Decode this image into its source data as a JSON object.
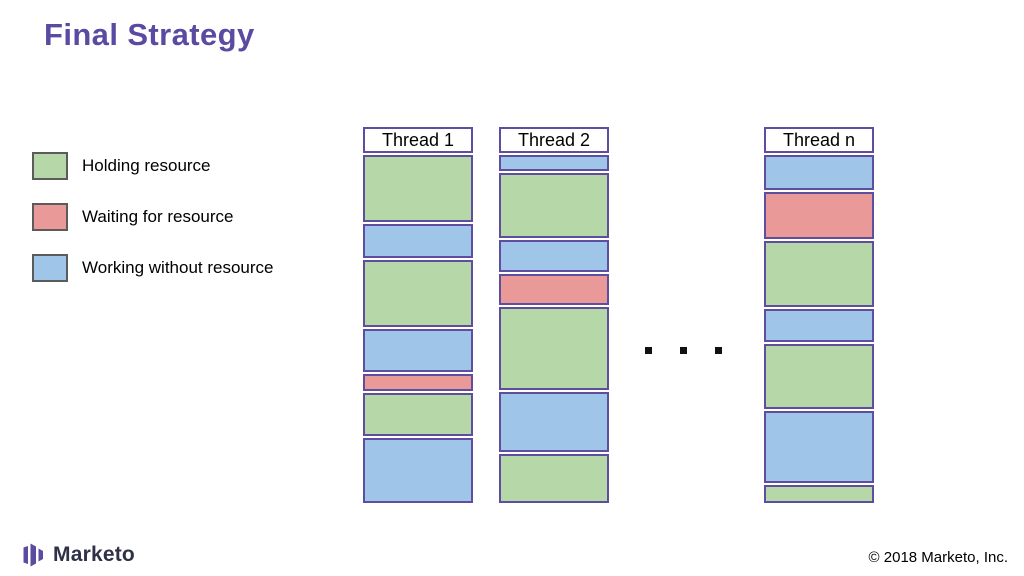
{
  "slide": {
    "title": "Final Strategy",
    "copyright": "© 2018 Marketo, Inc.",
    "brand": "Marketo"
  },
  "colors": {
    "holding": "#b6d7a8",
    "waiting": "#ea9999",
    "working": "#9fc5e8",
    "segment_border": "#5f4ea0",
    "title_text": "#5b4aa2",
    "brand_purple": "#5c4c9f",
    "brand_text": "#2e3148",
    "legend_swatch_border": "#5b5b5b"
  },
  "legend": {
    "items": [
      {
        "state": "holding",
        "label": "Holding resource"
      },
      {
        "state": "waiting",
        "label": "Waiting for resource"
      },
      {
        "state": "working",
        "label": "Working without resource"
      }
    ]
  },
  "threads": [
    {
      "name": "Thread 1",
      "segments": [
        {
          "state": "holding",
          "h": 67
        },
        {
          "state": "working",
          "h": 34
        },
        {
          "state": "holding",
          "h": 67
        },
        {
          "state": "working",
          "h": 43
        },
        {
          "state": "waiting",
          "h": 17
        },
        {
          "state": "holding",
          "h": 43
        },
        {
          "state": "working",
          "h": 65
        }
      ]
    },
    {
      "name": "Thread 2",
      "segments": [
        {
          "state": "working",
          "h": 16
        },
        {
          "state": "holding",
          "h": 65
        },
        {
          "state": "working",
          "h": 32
        },
        {
          "state": "waiting",
          "h": 31
        },
        {
          "state": "holding",
          "h": 83
        },
        {
          "state": "working",
          "h": 60
        },
        {
          "state": "holding",
          "h": 49
        }
      ]
    },
    {
      "name": "Thread n",
      "segments": [
        {
          "state": "working",
          "h": 35
        },
        {
          "state": "waiting",
          "h": 47
        },
        {
          "state": "holding",
          "h": 66
        },
        {
          "state": "working",
          "h": 33
        },
        {
          "state": "holding",
          "h": 65
        },
        {
          "state": "working",
          "h": 72
        },
        {
          "state": "holding",
          "h": 18
        }
      ]
    }
  ]
}
